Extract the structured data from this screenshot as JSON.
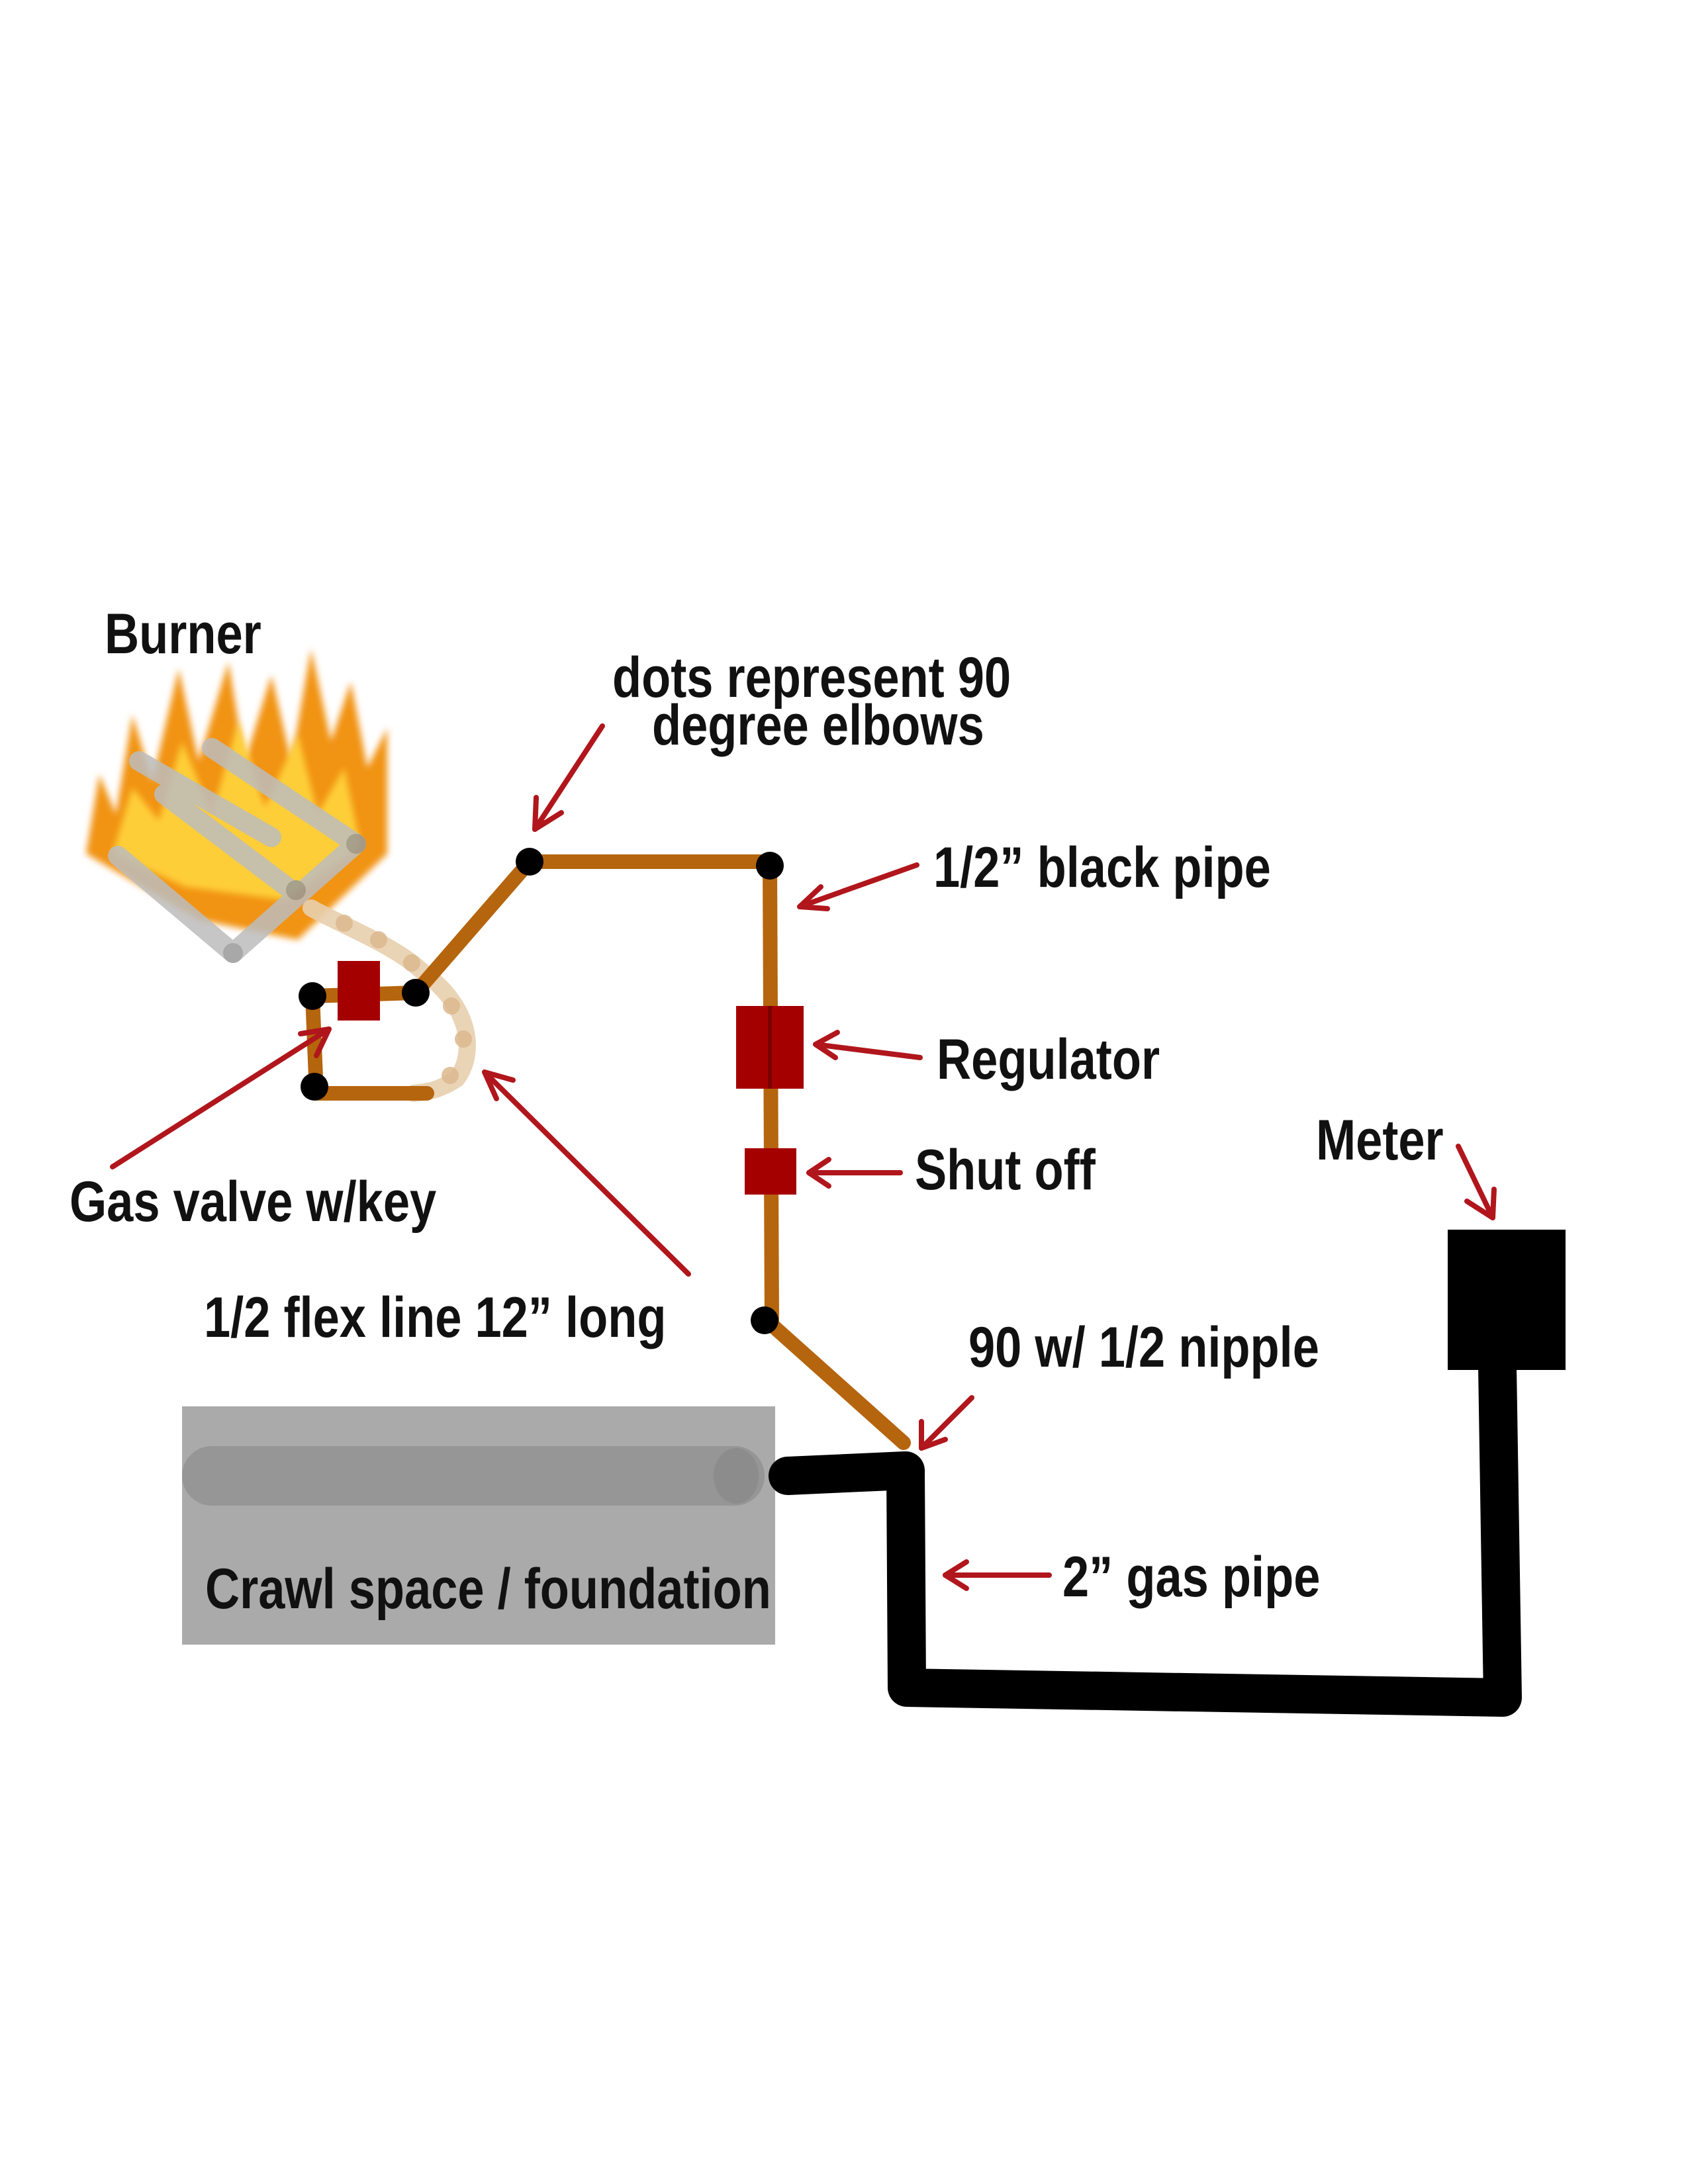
{
  "labels": {
    "burner": "Burner",
    "elbows_line1": "dots represent 90",
    "elbows_line2": "degree elbows",
    "black_pipe": "1/2” black pipe",
    "regulator": "Regulator",
    "shut_off": "Shut off",
    "meter": "Meter",
    "gas_valve": "Gas valve w/key",
    "flex_line": "1/2 flex line 12” long",
    "nipple": "90 w/ 1/2 nipple",
    "gas_pipe": "2” gas pipe",
    "crawl_space": "Crawl space / foundation"
  },
  "colors": {
    "copper_pipe": "#b5650d",
    "fitting": "#a50000",
    "arrow": "#b0161c",
    "main_pipe": "#000000",
    "meter": "#000000",
    "elbow_dot": "#000000",
    "foundation": "#aaaaaa",
    "foundation_pipe": "#969696",
    "flex_line": "#e8cfae",
    "flame_outer": "#f08a00",
    "flame_inner": "#ffd23a",
    "burner_bars": "#bdbdbd"
  },
  "icons": {
    "burner": "flame-icon",
    "meter": "gas-meter-icon"
  }
}
